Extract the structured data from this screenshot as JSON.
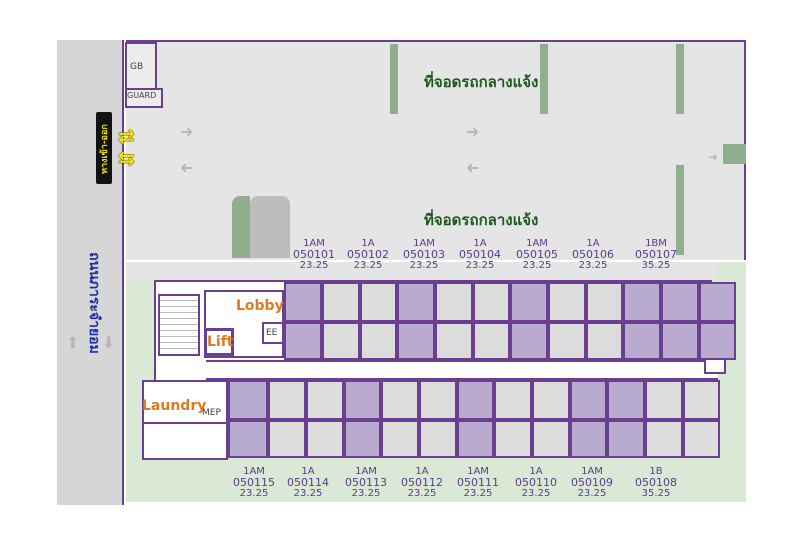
{
  "labels": {
    "gb": "GB",
    "guard": "GUARD",
    "parking_top": "ที่จอดรถกลางแจ้ง",
    "parking_mid": "ที่จอดรถกลางแจ้ง",
    "entrance": "ทางเข้า-ออก",
    "road": "ถนนภาระจำยอม",
    "lobby": "Lobby",
    "lift": "Lift",
    "ee": "EE",
    "laundry": "Laundry",
    "mep": "MEP"
  },
  "units_top": [
    {
      "type": "1AM",
      "code": "050101",
      "area": "23.25"
    },
    {
      "type": "1A",
      "code": "050102",
      "area": "23.25"
    },
    {
      "type": "1AM",
      "code": "050103",
      "area": "23.25"
    },
    {
      "type": "1A",
      "code": "050104",
      "area": "23.25"
    },
    {
      "type": "1AM",
      "code": "050105",
      "area": "23.25"
    },
    {
      "type": "1A",
      "code": "050106",
      "area": "23.25"
    },
    {
      "type": "1BM",
      "code": "050107",
      "area": "35.25"
    }
  ],
  "units_bottom": [
    {
      "type": "1AM",
      "code": "050115",
      "area": "23.25"
    },
    {
      "type": "1A",
      "code": "050114",
      "area": "23.25"
    },
    {
      "type": "1AM",
      "code": "050113",
      "area": "23.25"
    },
    {
      "type": "1A",
      "code": "050112",
      "area": "23.25"
    },
    {
      "type": "1AM",
      "code": "050111",
      "area": "23.25"
    },
    {
      "type": "1A",
      "code": "050110",
      "area": "23.25"
    },
    {
      "type": "1AM",
      "code": "050109",
      "area": "23.25"
    },
    {
      "type": "1B",
      "code": "050108",
      "area": "35.25"
    }
  ],
  "colors": {
    "purple": "#6a3f8f",
    "dark_room": "#b9abd0",
    "parking_text": "#1e5a1e",
    "orange": "#e07a1f"
  }
}
